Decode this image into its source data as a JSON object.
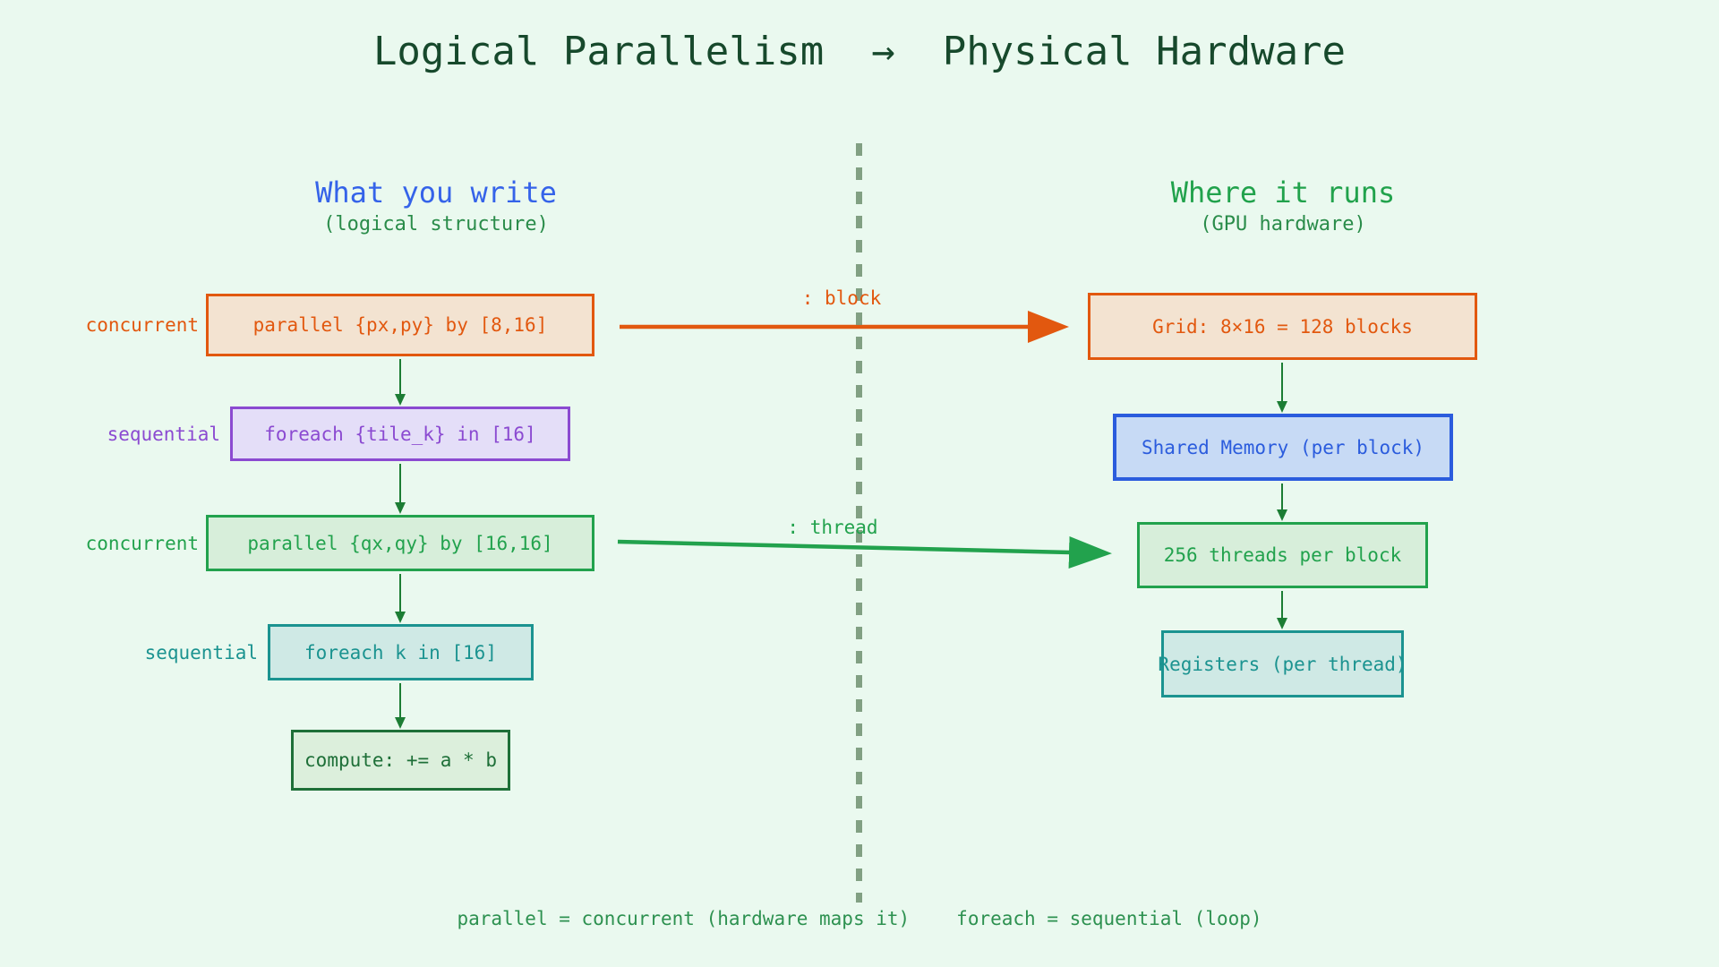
{
  "palette": {
    "background": "#eaf9ef",
    "title_green": "#17492c",
    "header_blue": "#3563e9",
    "header_green": "#21a24c",
    "subtitle_green": "#2a8c4a",
    "orange": "#e2580f",
    "orange_fill": "#f3e3d1",
    "purple": "#8b4ad1",
    "purple_fill": "#e4def8",
    "green": "#22a24d",
    "green_fill": "#d7eeda",
    "teal": "#1b9390",
    "teal_fill": "#cfe9e5",
    "dark_green": "#1e6f38",
    "dark_green_fill": "#dcefdc",
    "blue": "#2b5cdd",
    "blue_fill": "#c7daf5",
    "connector_green": "#1c7d34",
    "divider_gray_green": "#6f9070",
    "caption_green": "#2d9150"
  },
  "title": "Logical Parallelism  →  Physical Hardware",
  "left_column": {
    "title": "What you write",
    "subtitle": "(logical structure)"
  },
  "right_column": {
    "title": "Where it runs",
    "subtitle": "(GPU hardware)"
  },
  "left_nodes": [
    {
      "annotation": "concurrent",
      "label": "parallel {px,py} by [8,16]",
      "color": "orange"
    },
    {
      "annotation": "sequential",
      "label": "foreach {tile_k} in [16]",
      "color": "purple"
    },
    {
      "annotation": "concurrent",
      "label": "parallel {qx,qy} by [16,16]",
      "color": "green"
    },
    {
      "annotation": "sequential",
      "label": "foreach k in [16]",
      "color": "teal"
    },
    {
      "label": "compute: += a * b",
      "color": "dark_green"
    }
  ],
  "right_nodes": [
    {
      "label": "Grid: 8×16 = 128 blocks",
      "color": "orange"
    },
    {
      "label": "Shared Memory (per block)",
      "color": "blue"
    },
    {
      "label": "256 threads per block",
      "color": "green"
    },
    {
      "label": "Registers (per thread)",
      "color": "teal"
    }
  ],
  "mapping_arrows": [
    {
      "label": ": block",
      "color": "orange"
    },
    {
      "label": ": thread",
      "color": "green"
    }
  ],
  "caption": {
    "left": "parallel = concurrent (hardware maps it)",
    "right": "foreach = sequential (loop)"
  }
}
